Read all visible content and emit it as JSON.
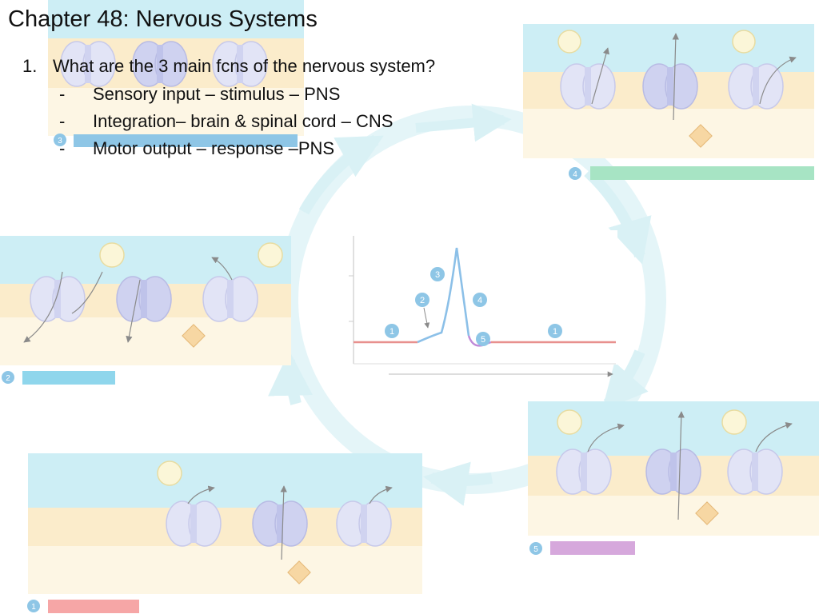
{
  "slide": {
    "title": "Chapter 48:  Nervous Systems",
    "question": {
      "number": "1.",
      "text": "What are the 3 main fcns of the nervous system?",
      "answers": [
        {
          "marker": "-",
          "text": "Sensory input – stimulus – PNS"
        },
        {
          "marker": "-",
          "text": "Integration– brain & spinal cord – CNS"
        },
        {
          "marker": "-",
          "text": "Motor output – response –PNS"
        }
      ]
    }
  },
  "figure": {
    "step_numbers": [
      "1",
      "2",
      "3",
      "4",
      "5"
    ],
    "graph_markers": [
      "1",
      "2",
      "3",
      "4",
      "5",
      "1"
    ],
    "colors": {
      "extracellular": "#cdeef5",
      "membrane": "#fbeccb",
      "cytoplasm": "#fdf6e4",
      "channel": "#e2e4f6",
      "ion": "#fbf6d8",
      "cycle_arrow": "#d9f1f5",
      "step1": "#f6a6a6",
      "step2": "#8fd6ec",
      "step3": "#8ec6e6",
      "step4": "#a7e4c4",
      "step5": "#d6a8dc",
      "trace_rest": "#e8908e",
      "trace_rise": "#8cc0e8",
      "trace_undershoot": "#c08ad8",
      "marker": "#8ec6e6"
    }
  }
}
